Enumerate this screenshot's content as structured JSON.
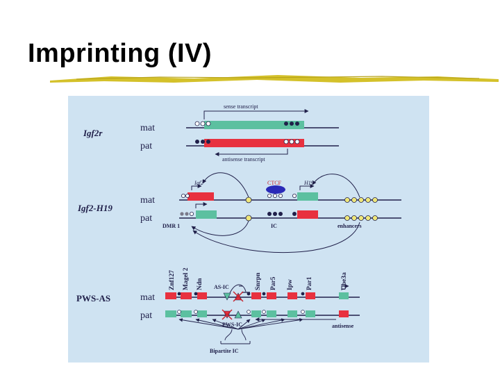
{
  "slide": {
    "title": "Imprinting (IV)"
  },
  "figure": {
    "igf2r": {
      "gene_label": "Igf2r",
      "mat_label": "mat",
      "pat_label": "pat",
      "sense_label": "sense transcript",
      "antisense_label": "antisense transcript"
    },
    "igf2_h19": {
      "gene_label": "Igf2-H19",
      "mat_label": "mat",
      "pat_label": "pat",
      "igf2_label": "Igf2",
      "ctcf_label": "CTCF",
      "h19_label": "H19",
      "dmr_label": "DMR 1",
      "ic_label": "IC",
      "enhancers_label": "enhancers"
    },
    "pws_as": {
      "gene_label": "PWS-AS",
      "mat_label": "mat",
      "pat_label": "pat",
      "genes": [
        "Znf127",
        "Magel 2",
        "Ndn",
        "Snrpn",
        "Par5",
        "Ipw",
        "Par1",
        "Ube3a"
      ],
      "as_ic_label": "AS-IC",
      "pws_ic_label": "PWS-IC",
      "antisense_label": "antisense",
      "bipartite_label": "Bipartite IC"
    }
  },
  "colors": {
    "figure_bg": "#cfe3f2",
    "green_box": "#5cc0a0",
    "red_box": "#e8313f",
    "line": "#20204a",
    "ctcf": "#2a2ab8",
    "yellow_circle": "#f0e87a",
    "underline": "#d4c12a"
  }
}
